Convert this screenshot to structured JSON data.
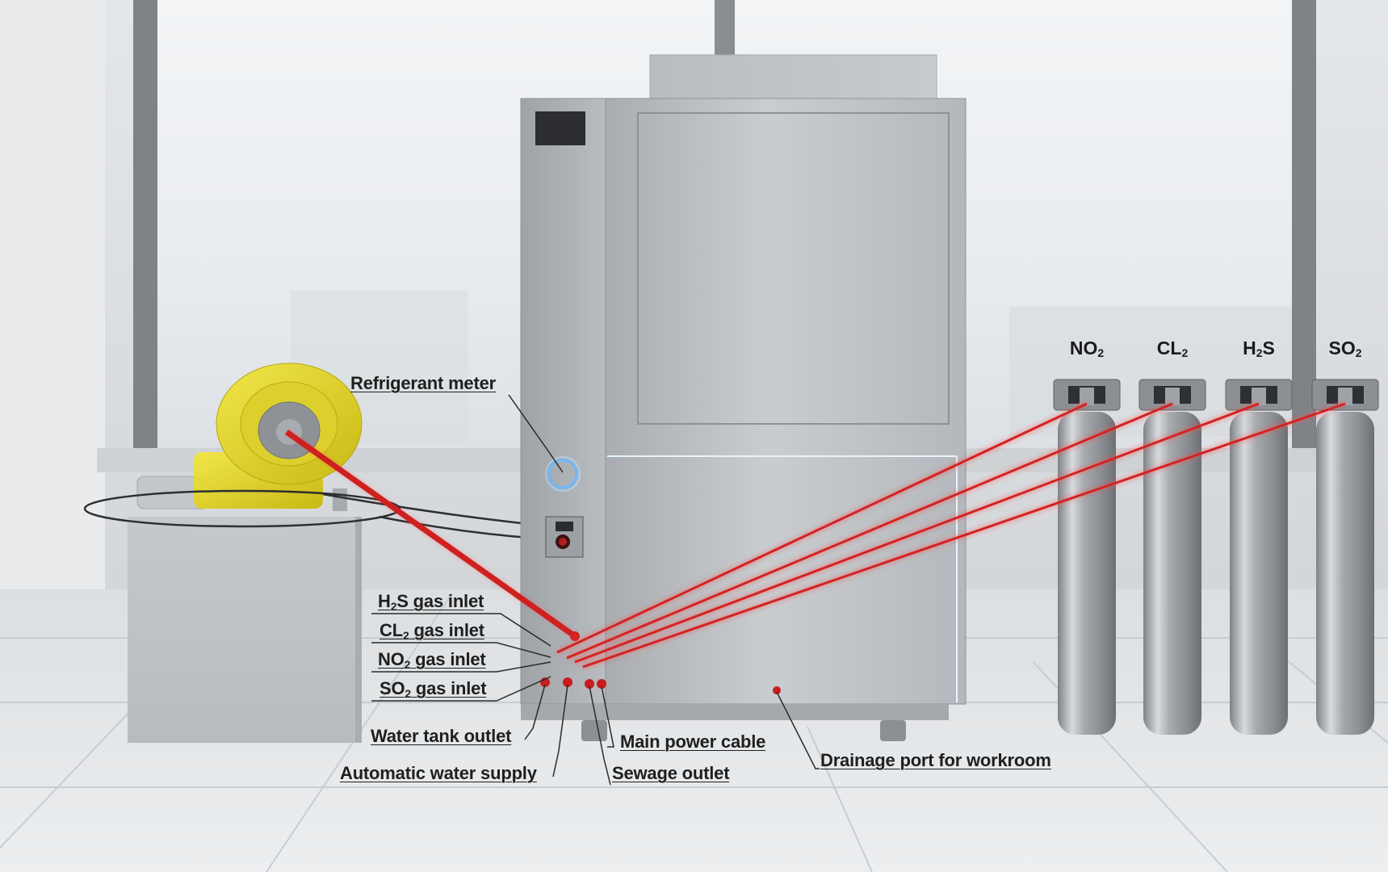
{
  "callouts": {
    "refrigerant_meter": "Refrigerant meter",
    "h2s_inlet": {
      "pre": "H",
      "sub": "2",
      "post": "S gas inlet"
    },
    "cl2_inlet": {
      "pre": "CL",
      "sub": "2",
      "post": " gas inlet"
    },
    "no2_inlet": {
      "pre": "NO",
      "sub": "2",
      "post": " gas inlet"
    },
    "so2_inlet": {
      "pre": "SO",
      "sub": "2",
      "post": " gas inlet"
    },
    "water_tank_outlet": "Water tank outlet",
    "automatic_water_supply": "Automatic water supply",
    "main_power_cable": "Main power cable",
    "sewage_outlet": "Sewage outlet",
    "drainage_port": "Drainage port for workroom"
  },
  "cylinders": [
    {
      "pre": "NO",
      "sub": "2",
      "post": ""
    },
    {
      "pre": "CL",
      "sub": "2",
      "post": ""
    },
    {
      "pre": "H",
      "sub": "2",
      "post": "S"
    },
    {
      "pre": "SO",
      "sub": "2",
      "post": ""
    }
  ],
  "colors": {
    "gas_line": "#d42323",
    "fan_yellow": "#e2d422",
    "indicator_blue": "#7fc4ff"
  }
}
